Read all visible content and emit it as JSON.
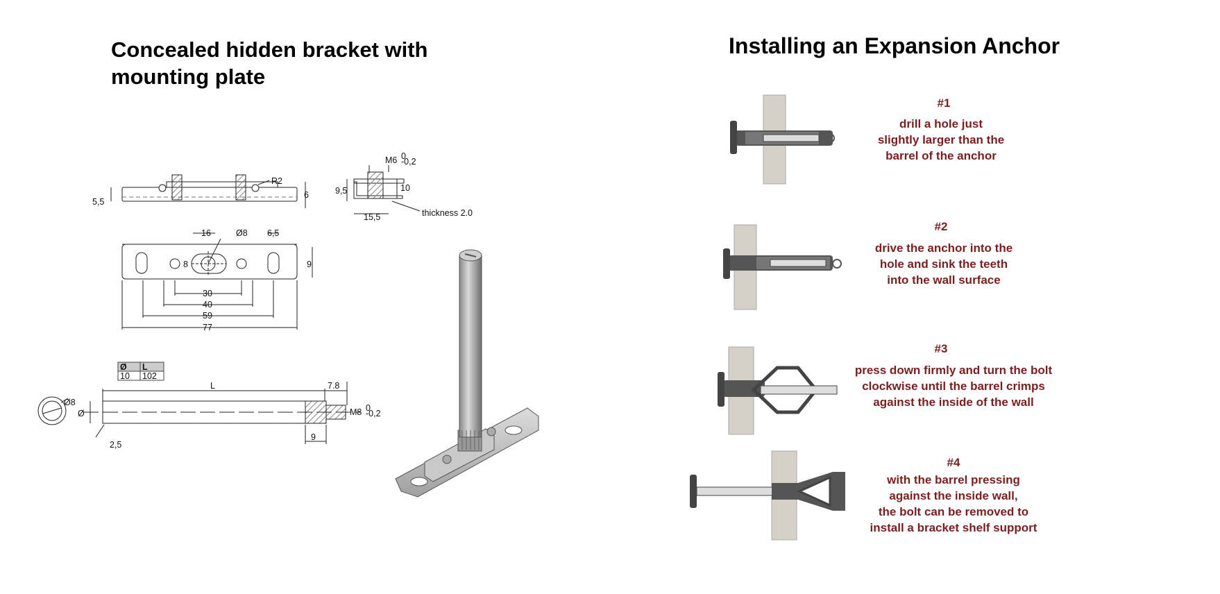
{
  "left": {
    "title": "Concealed hidden bracket with mounting plate",
    "plate_side_dims": {
      "height_left": "5,5",
      "radius": "R2",
      "height_right": "6"
    },
    "clip_dims": {
      "thread": "M6",
      "thread_tol_top": "0",
      "thread_tol_bottom": "-0,2",
      "height": "9,5",
      "depth": "10",
      "width": "15,5",
      "thickness": "thickness 2.0"
    },
    "plate_top_dims": {
      "d16": "16",
      "hole": "Ø8",
      "d65": "6,5",
      "d8": "8",
      "d9": "9",
      "d30": "30",
      "d40": "40",
      "d59": "59",
      "d77": "77"
    },
    "table": {
      "headers": [
        "Ø",
        "L"
      ],
      "row": [
        "10",
        "102"
      ]
    },
    "pin_dims": {
      "end_dia": "Ø8",
      "dia": "Ø",
      "length": "L",
      "offset": "7.8",
      "thread": "M8",
      "thread_tol_top": "0",
      "thread_tol_bottom": "-0,2",
      "chamfer": "2,5",
      "thread_len": "9"
    }
  },
  "right": {
    "title": "Installing an Expansion Anchor",
    "steps": [
      {
        "num": "#1",
        "lines": [
          "drill a hole just",
          "slightly larger than the",
          "barrel of the anchor"
        ]
      },
      {
        "num": "#2",
        "lines": [
          "drive the anchor into the",
          "hole and sink the teeth",
          "into the wall surface"
        ]
      },
      {
        "num": "#3",
        "lines": [
          "press down firmly and turn the bolt",
          "clockwise until the barrel crimps",
          "against the inside of the wall"
        ]
      },
      {
        "num": "#4",
        "lines": [
          "with the barrel pressing",
          "against the inside wall,",
          "the bolt can be removed to",
          "install a bracket shelf support"
        ]
      }
    ]
  },
  "colors": {
    "step_text": "#7a1e1e",
    "wall": "#d5d0c8",
    "metal": "#555555"
  }
}
